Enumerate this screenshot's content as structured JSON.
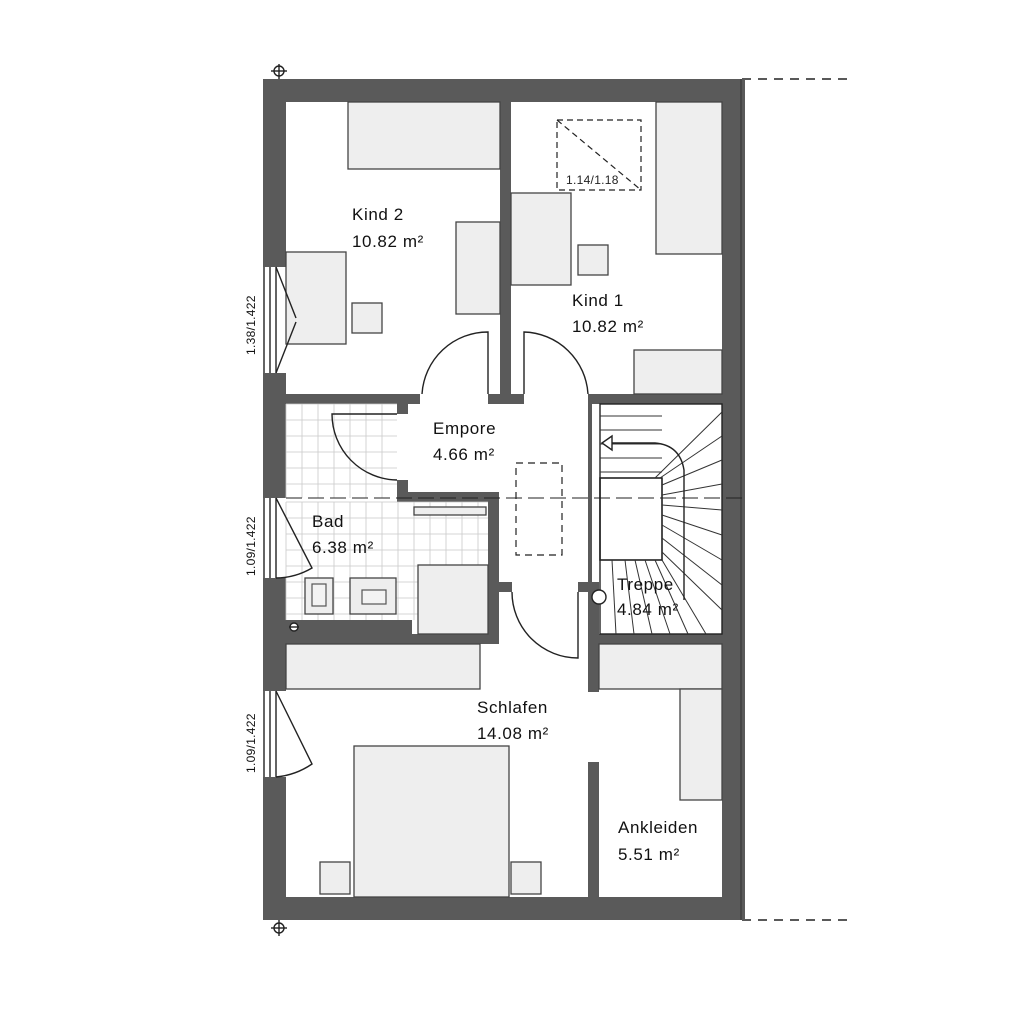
{
  "rooms": [
    {
      "name": "Kind 2",
      "area": "10.82 m²"
    },
    {
      "name": "Kind 1",
      "area": "10.82 m²"
    },
    {
      "name": "Empore",
      "area": "4.66 m²"
    },
    {
      "name": "Bad",
      "area": "6.38 m²"
    },
    {
      "name": "Treppe",
      "area": "4.84 m²"
    },
    {
      "name": "Schlafen",
      "area": "14.08 m²"
    },
    {
      "name": "Ankleiden",
      "area": "5.51 m²"
    }
  ],
  "windows": [
    "1.38/1.422",
    "1.09/1.422",
    "1.09/1.422"
  ],
  "skylight": "1.14/1.18"
}
